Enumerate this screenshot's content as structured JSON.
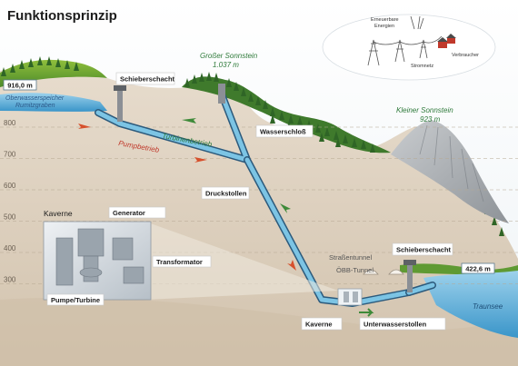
{
  "title": "Funktionsprinzip",
  "elevation_axis": [
    800,
    700,
    600,
    500,
    400,
    300
  ],
  "labels": {
    "upper_level": "916,0 m",
    "upper_reservoir_line1": "Oberwasserspeicher",
    "upper_reservoir_line2": "Rumitzgraben",
    "upper_gate": "Schieberschacht",
    "peak1_name": "Großer Sonnstein",
    "peak1_height": "1.037 m",
    "surge_tank": "Wasserschloß",
    "turbine_mode": "Turbinenbetrieb",
    "pump_mode": "Pumpbetrieb",
    "penstock": "Druckstollen",
    "peak2_name": "Kleiner Sonnstein",
    "peak2_height": "923 m",
    "cavern_inset_title": "Kaverne",
    "generator": "Generator",
    "transformer": "Transformator",
    "pump_turbine": "Pumpe/Turbine",
    "road_tunnel": "Straßentunnel",
    "rail_tunnel": "ÖBB-Tunnel",
    "lower_gate": "Schieberschacht",
    "lower_level": "422,6 m",
    "lake": "Traunsee",
    "cavern": "Kaverne",
    "tailrace": "Unterwasserstollen",
    "renewable_line1": "Erneuerbare",
    "renewable_line2": "Energien",
    "grid": "Stromnetz",
    "consumer": "Verbraucher"
  }
}
